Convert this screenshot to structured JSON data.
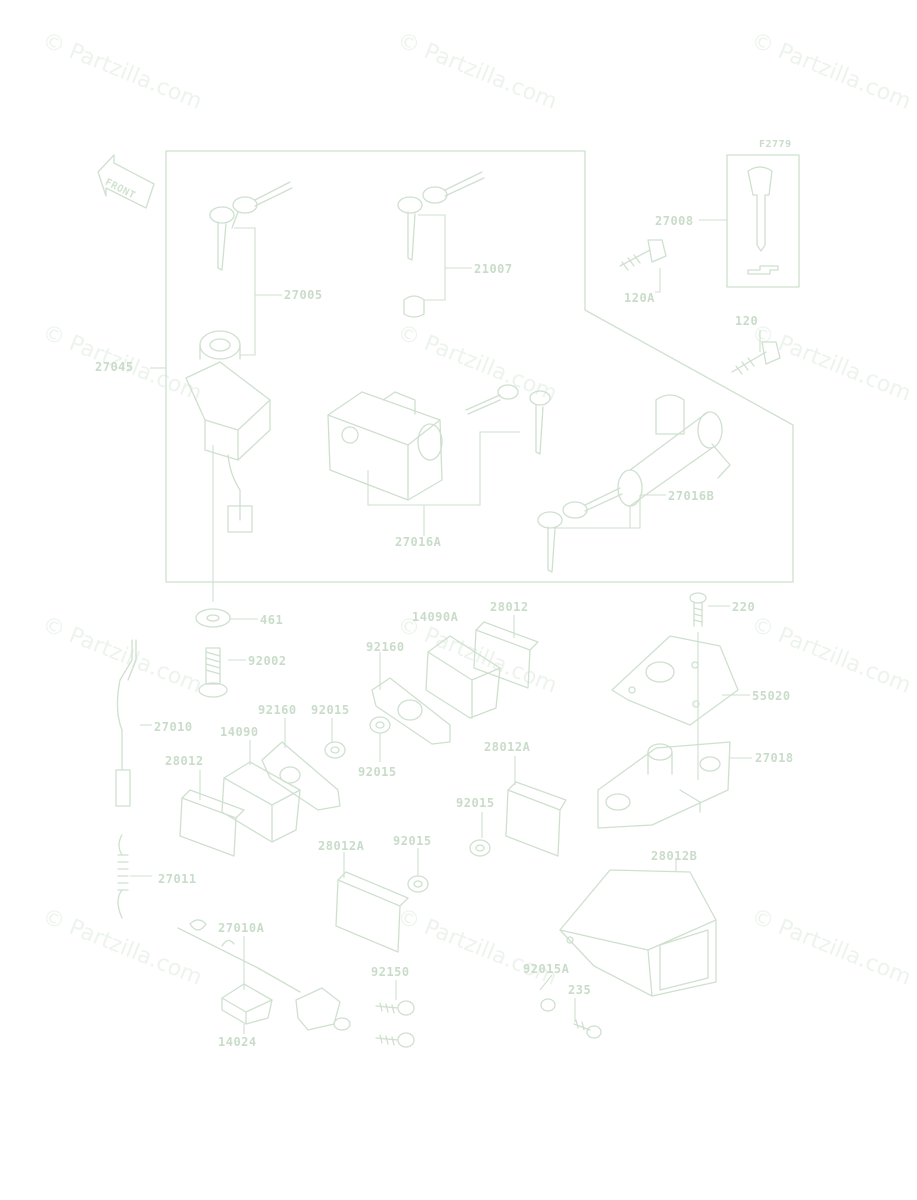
{
  "watermark": "© Partzilla.com",
  "diagram_code": "F2779",
  "front_label": "FRONT",
  "parts": {
    "p27005": "27005",
    "p21007": "21007",
    "p27008": "27008",
    "p120A": "120A",
    "p120": "120",
    "p27045": "27045",
    "p27016A": "27016A",
    "p27016B": "27016B",
    "p461": "461",
    "p92002": "92002",
    "p14090A": "14090A",
    "p28012_top": "28012",
    "p220": "220",
    "p92160_top": "92160",
    "p55020": "55020",
    "p27010": "27010",
    "p92160_mid": "92160",
    "p92015_a": "92015",
    "p14090": "14090",
    "p92015_b": "92015",
    "p28012A_right": "28012A",
    "p27018": "27018",
    "p28012_left": "28012",
    "p92015_c": "92015",
    "p28012A_mid": "28012A",
    "p92015_d": "92015",
    "p28012B": "28012B",
    "p27011": "27011",
    "p27010A": "27010A",
    "p92150": "92150",
    "p92015A": "92015A",
    "p235": "235",
    "p14024": "14024"
  }
}
